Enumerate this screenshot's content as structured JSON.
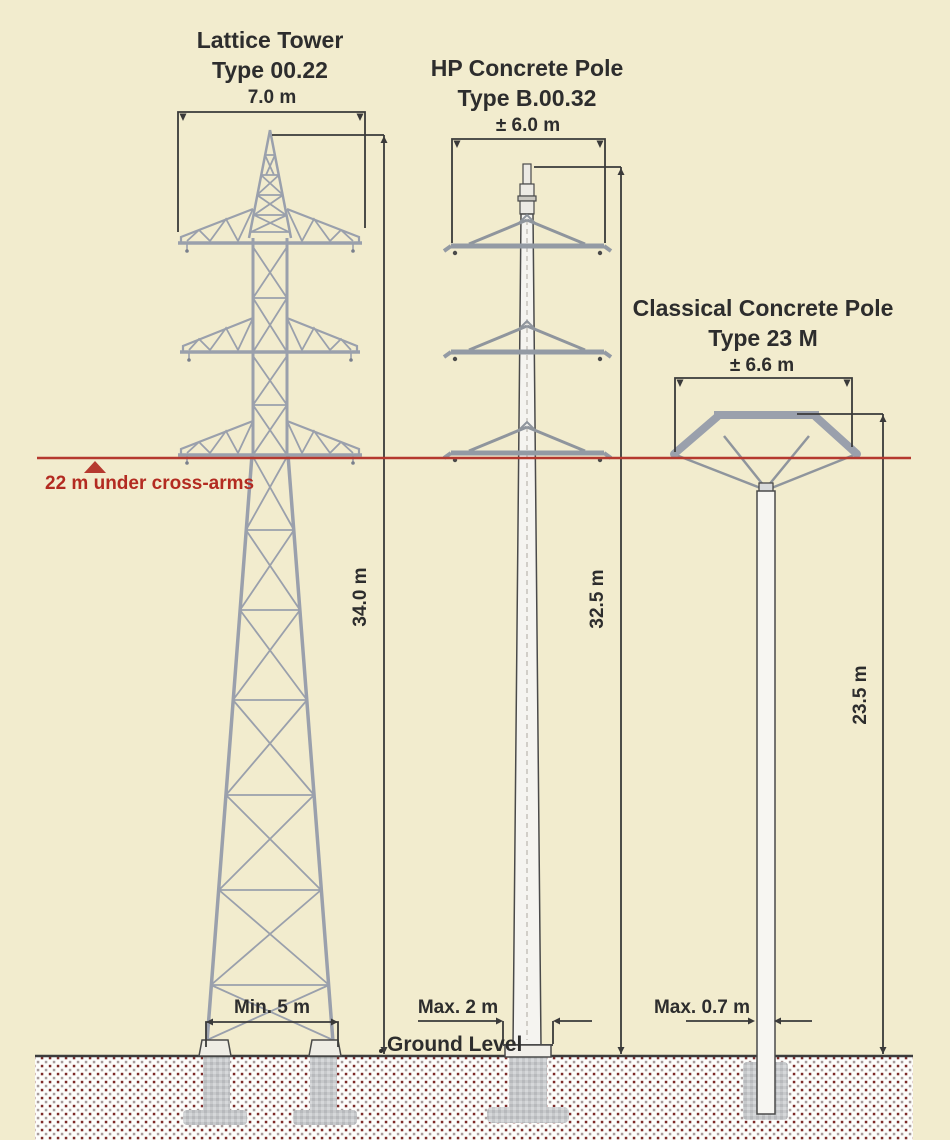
{
  "diagram": {
    "structures": [
      {
        "id": "lattice-tower",
        "title_line1": "Lattice Tower",
        "title_line2": "Type 00.22",
        "top_width_label": "7.0 m",
        "height_label": "34.0 m",
        "base_label": "Min. 5 m"
      },
      {
        "id": "hp-concrete-pole",
        "title_line1": "HP Concrete Pole",
        "title_line2": "Type B.00.32",
        "top_width_label": "± 6.0 m",
        "height_label": "32.5 m",
        "base_label": "Max. 2 m"
      },
      {
        "id": "classical-concrete-pole",
        "title_line1": "Classical Concrete Pole",
        "title_line2": "Type 23 M",
        "top_width_label": "± 6.6 m",
        "height_label": "23.5 m",
        "base_label": "Max. 0.7 m"
      }
    ],
    "reference_line_label": "22 m under cross-arms",
    "ground_label": "Ground Level",
    "colors": {
      "background": "#f2ecce",
      "structure_gray": "#9aa0ac",
      "dimension_dark": "#3a3a3a",
      "reference_red": "#b5392f",
      "ground_dot_maroon": "#7c2a28",
      "foundation_gray": "#c7c9cb"
    }
  }
}
